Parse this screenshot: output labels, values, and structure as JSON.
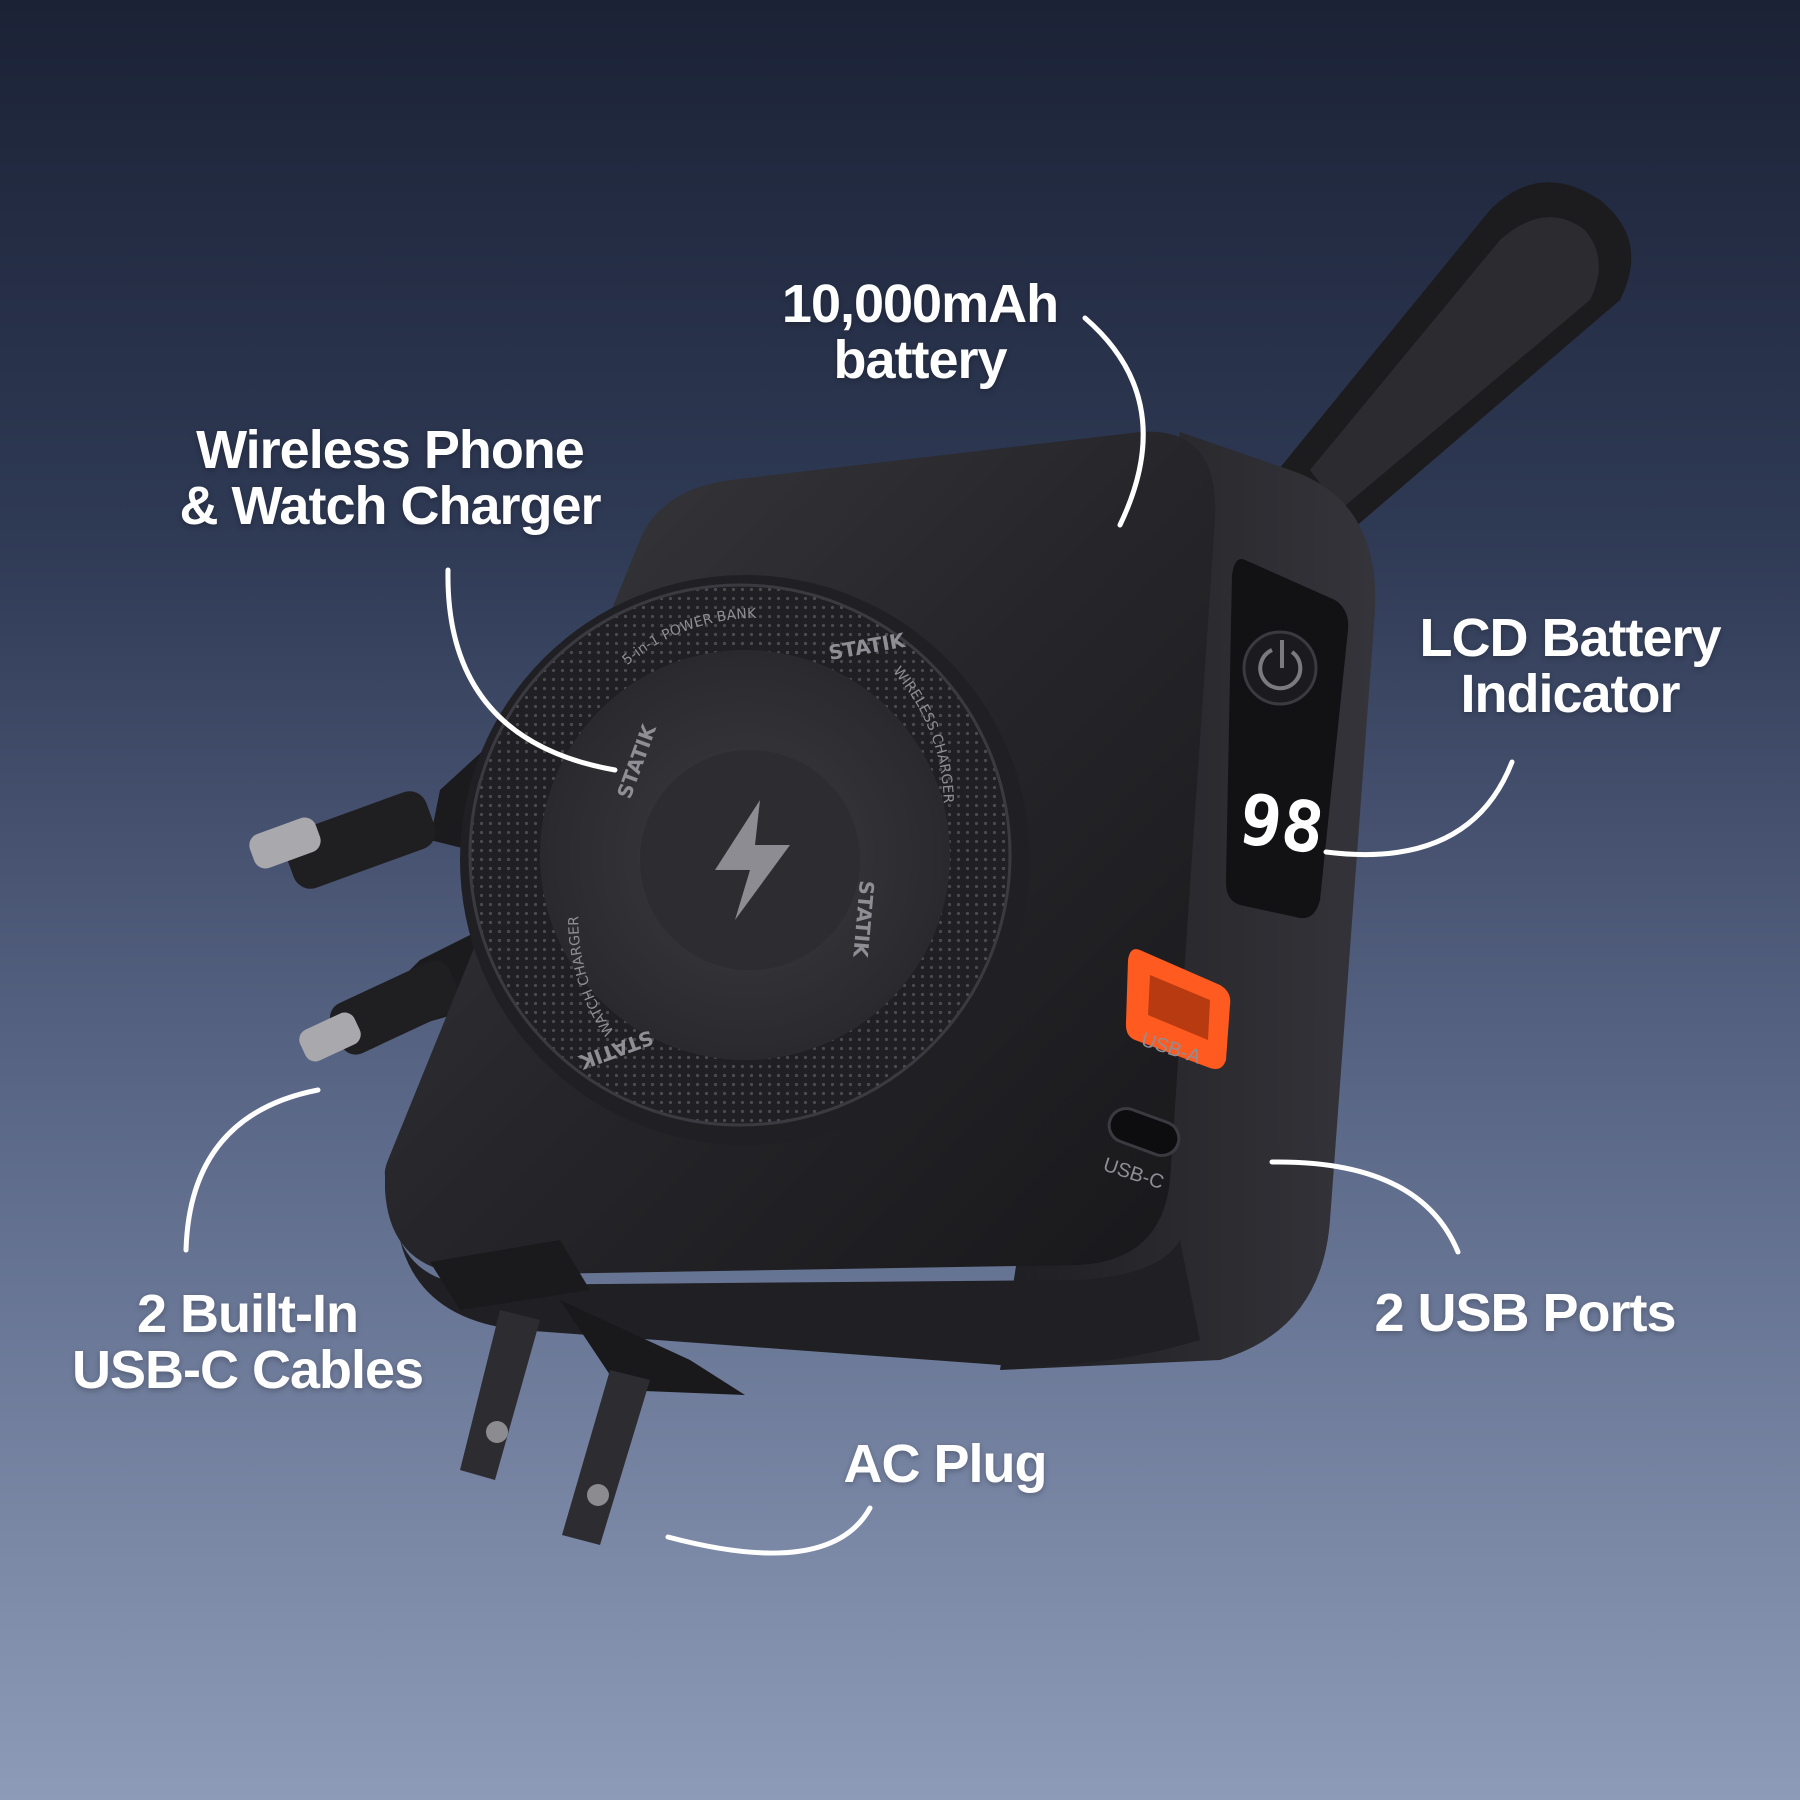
{
  "callouts": {
    "battery": [
      "10,000mAh",
      "battery"
    ],
    "wireless": [
      "Wireless Phone",
      "& Watch Charger"
    ],
    "lcd": [
      "LCD Battery",
      "Indicator"
    ],
    "cables": [
      "2 Built-In",
      "USB-C Cables"
    ],
    "usb": "2 USB Ports",
    "ac": "AC Plug"
  },
  "device": {
    "brand": "STATIK",
    "ring_texts": [
      "5-in-1 POWER BANK",
      "WIRELESS CHARGER",
      "WATCH CHARGER"
    ],
    "display_value": "98",
    "port_a_label": "USB-A",
    "port_c_label": "USB-C"
  },
  "colors": {
    "text": "#ffffff",
    "device_body": "#2a2a2e",
    "usb_a_port": "#ff5a1f",
    "display_digits": "#ffffff"
  }
}
